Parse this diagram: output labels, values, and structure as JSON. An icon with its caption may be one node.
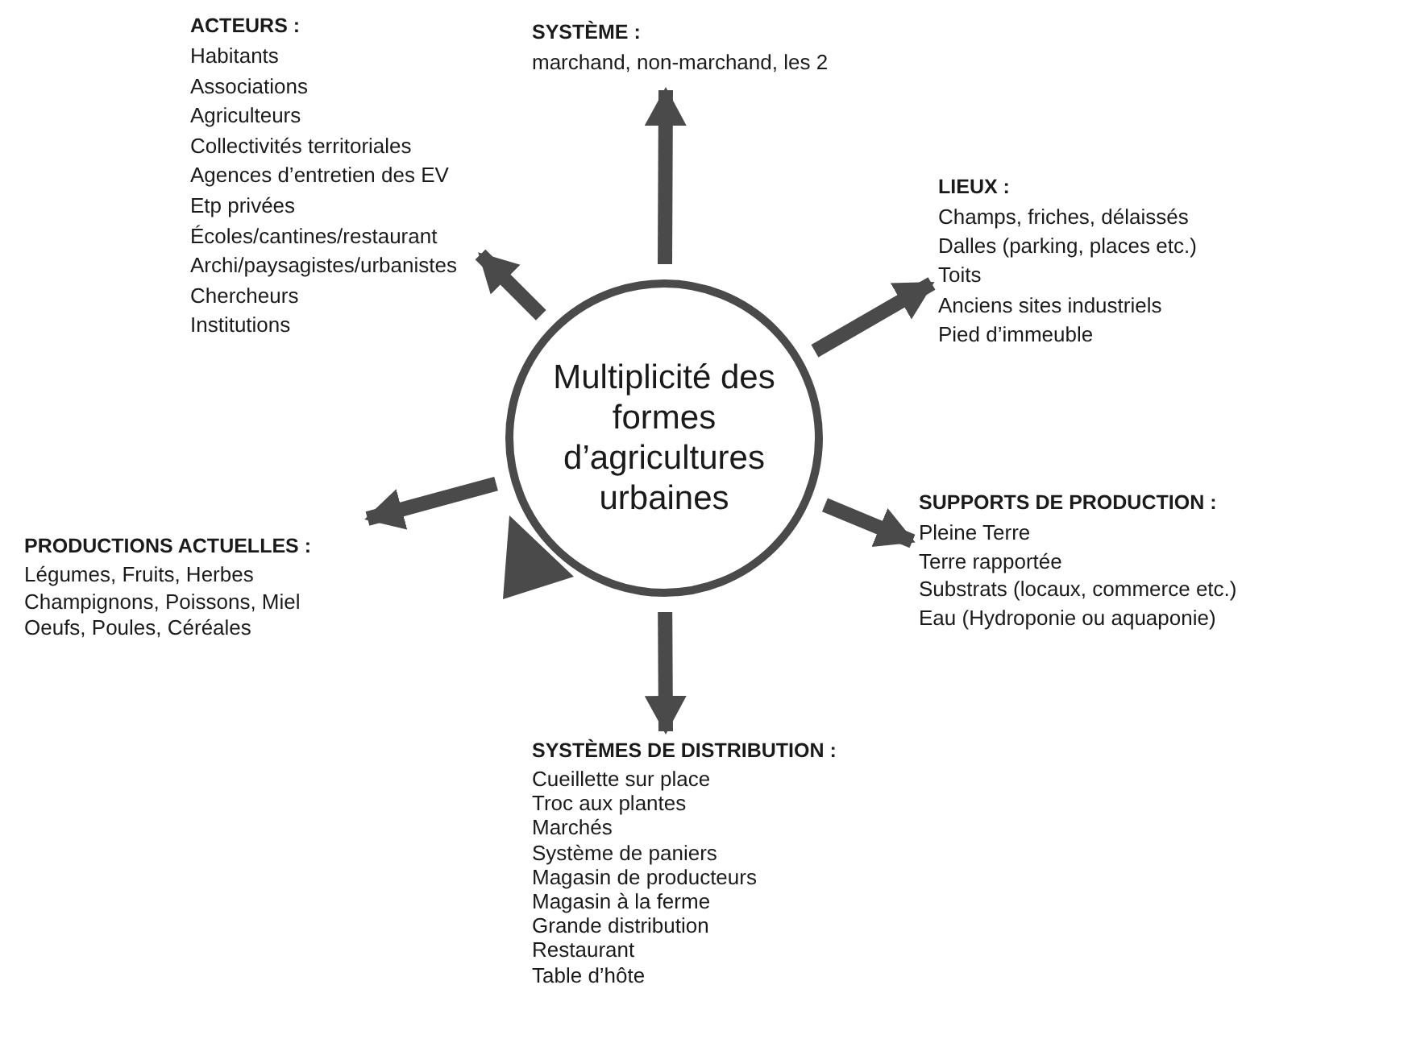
{
  "diagram": {
    "nodes": [
      {
        "text": [
          "Multiplicité des formes d’agricultures urbaines"
        ]
      },
      {
        "text": [
          "ACTEURS :",
          "Habitants",
          "Associations",
          "Agriculteurs",
          "Collectivités territoriales",
          "Agences d’entretien des EV",
          "Etp privées",
          "Écoles/cantines/restaurant",
          "Archi/paysagistes/urbanistes",
          "Chercheurs",
          "Institutions"
        ]
      },
      {
        "text": [
          "SYSTÈME :",
          "marchand, non-marchand, les 2"
        ]
      },
      {
        "text": [
          "LIEUX :",
          "Champs, friches, délaissés",
          "Dalles (parking, places etc.)",
          "Toits",
          "Anciens sites industriels",
          "Pied d’immeuble"
        ]
      },
      {
        "text": [
          "SUPPORTS DE PRODUCTION :",
          "Pleine Terre",
          "Terre rapportée",
          "Substrats (locaux, commerce etc.)",
          "Eau (Hydroponie ou aquaponie)"
        ]
      },
      {
        "text": [
          "SYSTÈMES DE DISTRIBUTION :",
          "Cueillette sur place",
          "Troc aux plantes",
          "Marchés",
          "Système de paniers",
          "Magasin de producteurs",
          "Magasin à la ferme",
          "Grande distribution",
          "Restaurant",
          "Table d’hôte"
        ]
      },
      {
        "text": [
          "PRODUCTIONS ACTUELLES :",
          "Légumes, Fruits, Herbes",
          "Champignons, Poissons, Miel",
          "Oeufs, Poules, Céréales"
        ]
      }
    ],
    "edges": [
      {
        "from": 0,
        "to": 1,
        "arrow": "to"
      },
      {
        "from": 0,
        "to": 2,
        "arrow": "to"
      },
      {
        "from": 0,
        "to": 3,
        "arrow": "to"
      },
      {
        "from": 0,
        "to": 4,
        "arrow": "to"
      },
      {
        "from": 0,
        "to": 5,
        "arrow": "to"
      },
      {
        "from": 0,
        "to": 6,
        "arrow": "to"
      }
    ]
  }
}
